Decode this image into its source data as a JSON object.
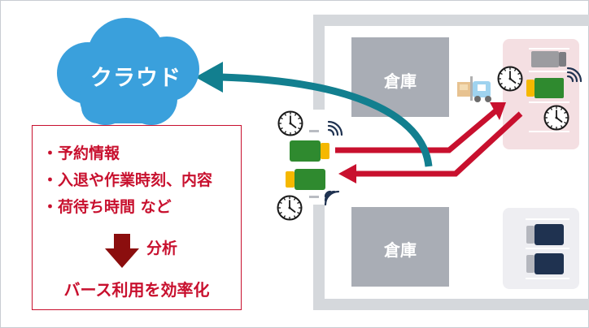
{
  "cloud": {
    "label": "クラウド"
  },
  "warehouses": [
    {
      "label": "倉庫"
    },
    {
      "label": "倉庫"
    }
  ],
  "info": {
    "items": [
      "・予約情報",
      "・入退や作業時刻、内容",
      "・荷待ち時間 など"
    ],
    "analysis_label": "分析",
    "result_label": "バース利用を効率化"
  },
  "colors": {
    "cloud": "#3aa0dc",
    "cloud_arrow": "#127f8f",
    "accent_red": "#c8102e",
    "down_arrow": "#8b0e0e",
    "site_border": "#d5d8dc",
    "warehouse": "#a9adb5",
    "berth_busy": "#f4dfe2",
    "berth_free": "#eeeef2",
    "truck_green": "#2f8a2f",
    "truck_cab": "#f5b800",
    "truck_navy": "#1f3250",
    "truck_gray": "#9c9ca0"
  },
  "icons": [
    "cloud-icon",
    "clock-icon",
    "truck-icon",
    "forklift-icon",
    "wireless-signal-icon"
  ]
}
